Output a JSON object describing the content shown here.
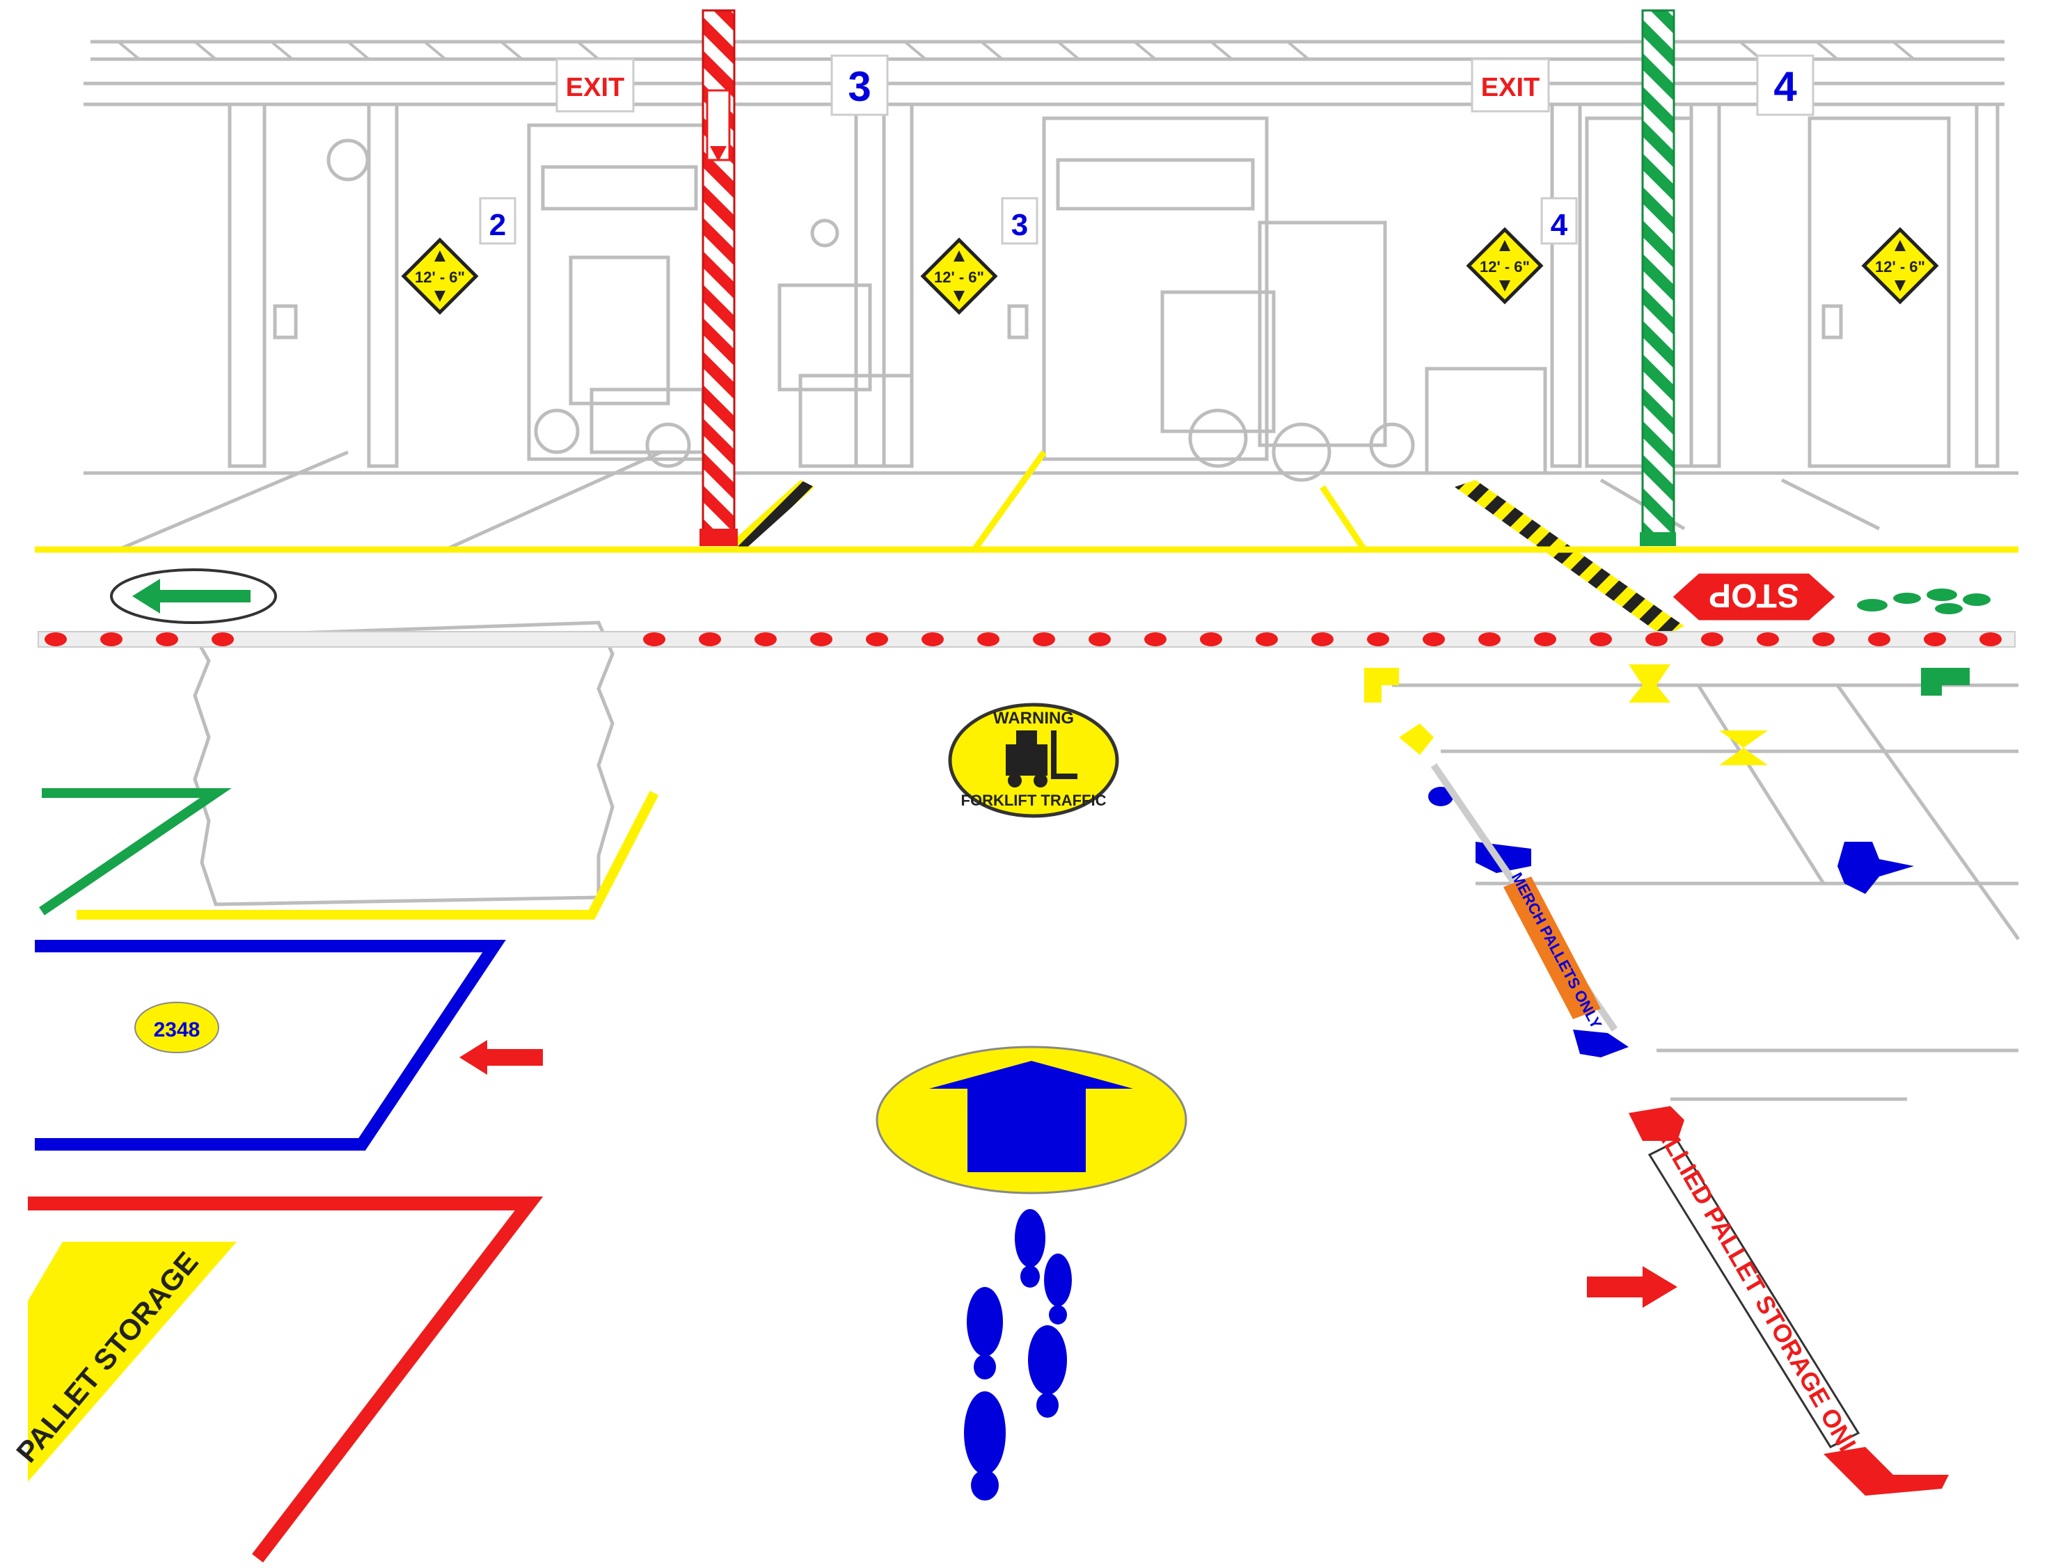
{
  "signs": {
    "exit_left": "EXIT",
    "exit_right": "EXIT",
    "bay_3_top": "3",
    "bay_4_top": "4",
    "door_2": "2",
    "door_3": "3",
    "door_4": "4",
    "clearance_1": "12' - 6\"",
    "clearance_2": "12' - 6\"",
    "clearance_3": "12' - 6\"",
    "clearance_4": "12' - 6\"",
    "stop": "STOP",
    "warning_top": "WARNING",
    "warning_bottom": "FORKLIFT TRAFFIC",
    "location_tag": "2348",
    "merch_pallets": "MERCH PALLETS ONLY",
    "allied_pallets": "ALLIED PALLET STORAGE ONLY",
    "pallet_storage": "PALLET STORAGE"
  },
  "colors": {
    "yellow": "#fff200",
    "blue": "#0000dd",
    "red": "#ee1c1c",
    "green": "#16a34a",
    "gray": "#b8b8b8",
    "hazard": "#222222"
  },
  "icons": {
    "forklift": "forklift-icon",
    "arrow_up": "arrow-up-icon",
    "footprints": "footprints-icon",
    "arrow_left": "arrow-left-icon",
    "arrow_right": "arrow-right-icon",
    "stop_sign": "stop-sign-icon"
  }
}
